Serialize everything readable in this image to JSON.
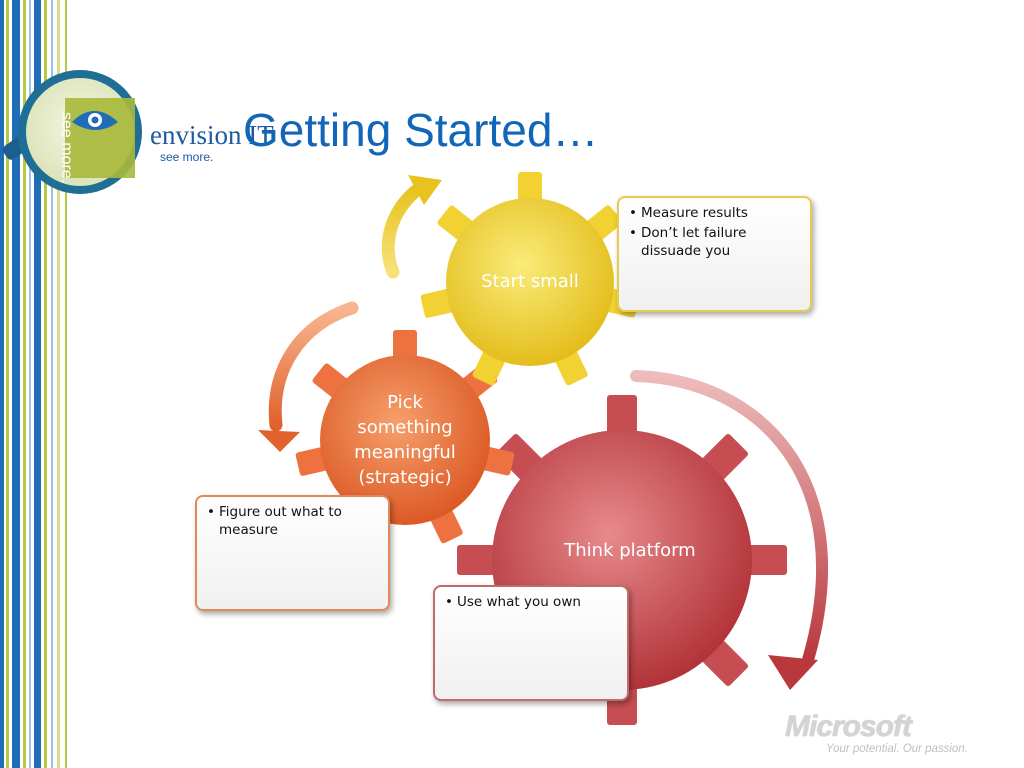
{
  "slide": {
    "title": "Getting Started…"
  },
  "logo": {
    "text": "envision IT",
    "tagline": "see more."
  },
  "gears": [
    {
      "label": "Start small",
      "color": "#f1d232"
    },
    {
      "label": "Pick something meaningful (strategic)",
      "color": "#ee7240"
    },
    {
      "label": "Think platform",
      "color": "#c64e52"
    }
  ],
  "notes": [
    {
      "items": [
        "Measure results",
        "Don’t let failure dissuade you"
      ]
    },
    {
      "items": [
        "Figure out what to measure"
      ]
    },
    {
      "items": [
        "Use what you own"
      ]
    }
  ],
  "footer": {
    "brand": "Microsoft",
    "tagline": "Your potential. Our passion."
  },
  "colors": {
    "title": "#1266b8",
    "yellow": "#f1d232",
    "orange": "#ee7240",
    "red": "#c64e52",
    "stripe_blue": "#1f6db8",
    "stripe_green": "#b7c842"
  }
}
